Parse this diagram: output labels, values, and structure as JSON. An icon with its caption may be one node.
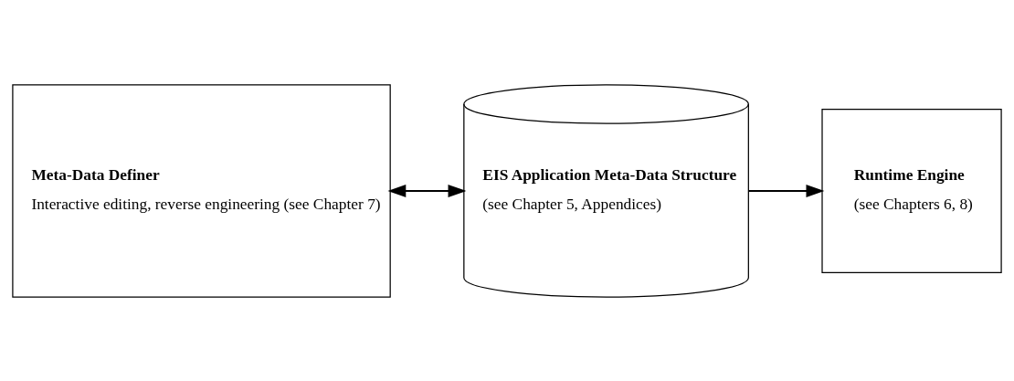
{
  "diagram": {
    "nodes": [
      {
        "text": [
          "Meta-Data Definer",
          "Interactive editing, reverse engineering (see Chapter 7)"
        ]
      },
      {
        "text": [
          "EIS Application Meta-Data Structure",
          "(see Chapter 5, Appendices)"
        ]
      },
      {
        "text": [
          "Runtime Engine",
          "(see Chapters 6, 8)"
        ]
      }
    ],
    "edges": [
      {
        "from": 0,
        "to": 1,
        "arrow": "both"
      },
      {
        "from": 1,
        "to": 2,
        "arrow": "to"
      }
    ]
  }
}
